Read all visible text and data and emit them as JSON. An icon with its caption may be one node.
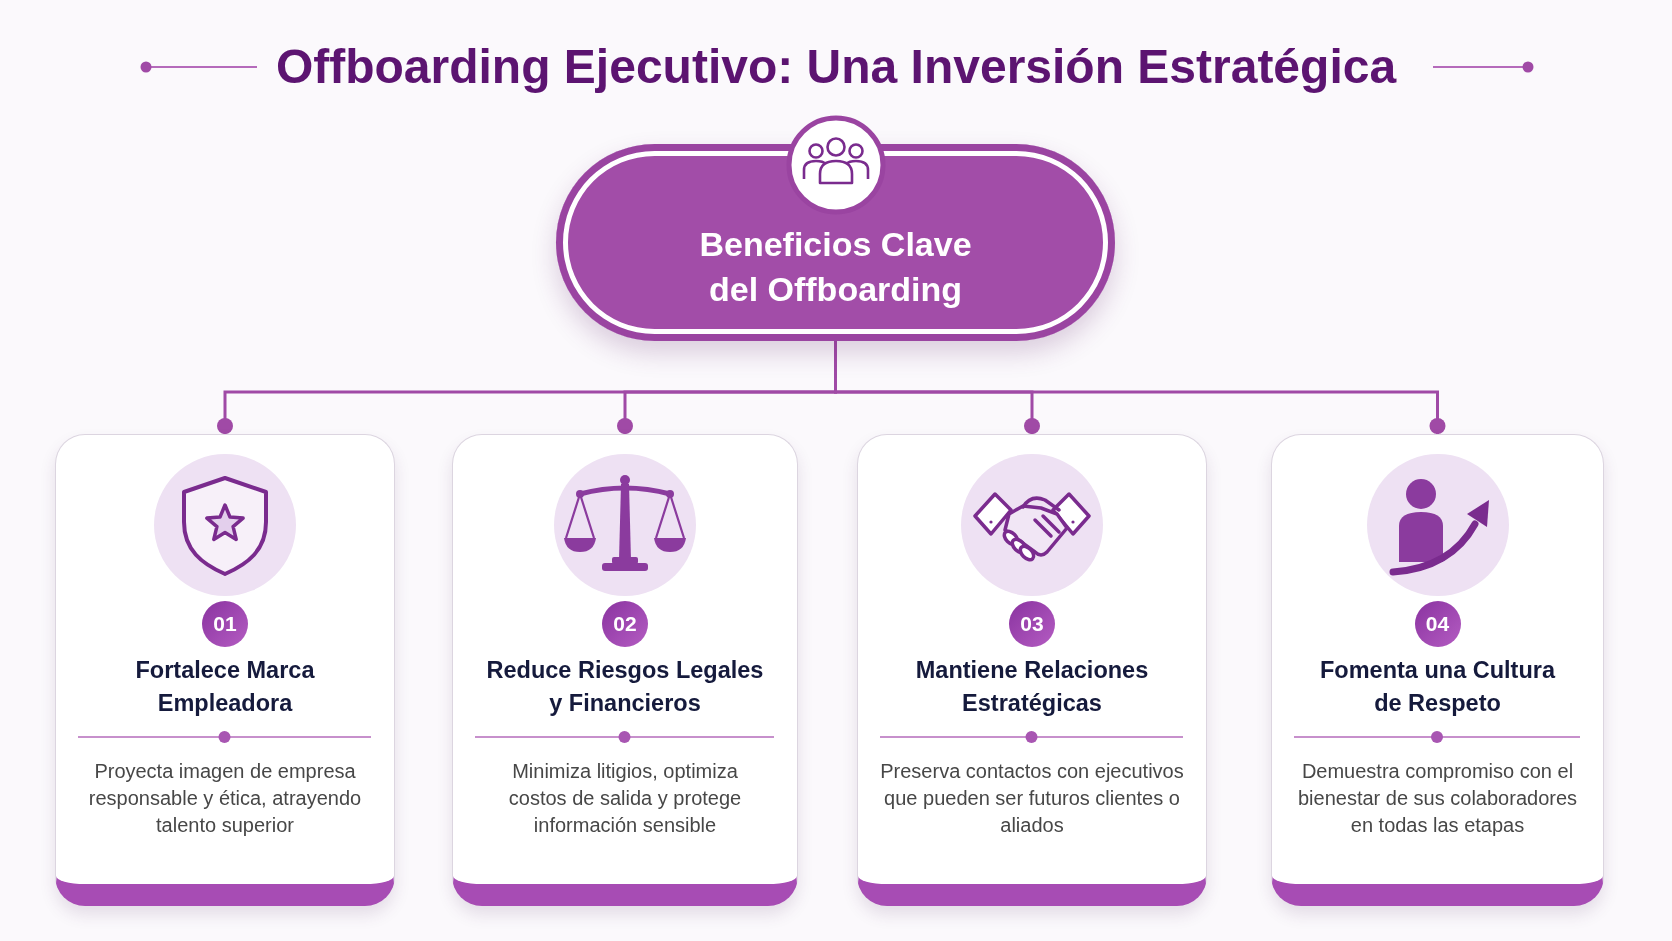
{
  "diagram": {
    "title": "Offboarding Ejecutivo: Una Inversión Estratégica",
    "nodes": [
      {
        "text": [
          "Beneficios Clave del Offboarding"
        ]
      },
      {
        "text": [
          "Fortalece Marca Empleadora",
          "Proyecta imagen de empresa responsable y ética, atrayendo talento superior"
        ]
      },
      {
        "text": [
          "01"
        ],
        "in": 1
      },
      {
        "text": [
          "Reduce Riesgos Legales y Financieros",
          "Minimiza litigios, optimiza costos de salida y protege información sensible"
        ]
      },
      {
        "text": [
          "02"
        ],
        "in": 3
      },
      {
        "text": [
          "Mantiene Relaciones Estratégicas",
          "Preserva contactos con ejecutivos que pueden ser futuros clientes o aliados"
        ]
      },
      {
        "text": [
          "03"
        ],
        "in": 5
      },
      {
        "text": [
          "Fomenta una Cultura de Respeto",
          "Demuestra compromiso con el bienestar de sus colaboradores en todas las etapas"
        ]
      },
      {
        "text": [
          "04"
        ],
        "in": 7
      }
    ],
    "edges": [
      {
        "from": 0,
        "to": 1,
        "arrow": "other"
      },
      {
        "from": 0,
        "to": 3,
        "arrow": "other"
      },
      {
        "from": 0,
        "to": 5,
        "arrow": "other"
      },
      {
        "from": 0,
        "to": 7,
        "arrow": "other"
      }
    ]
  }
}
